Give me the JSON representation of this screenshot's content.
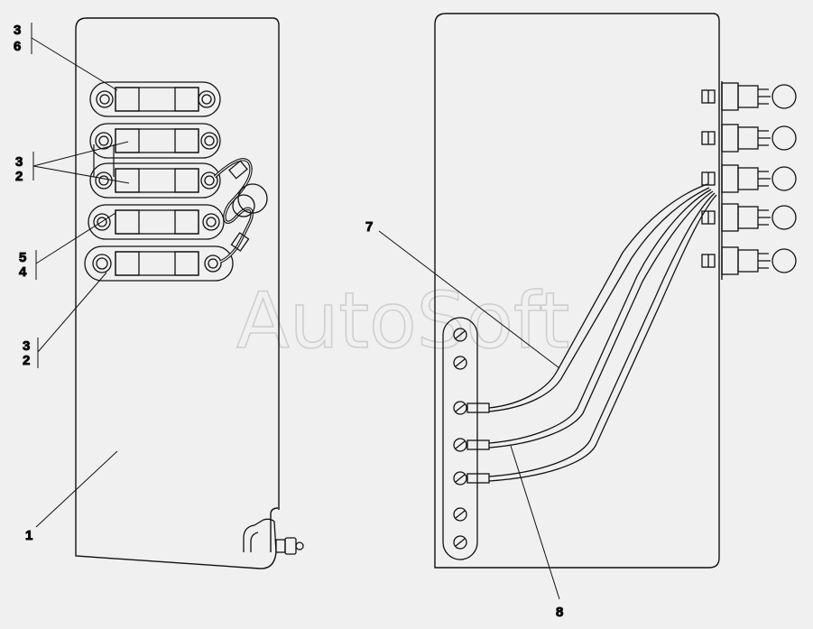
{
  "colors": {
    "line": "#111111",
    "background": "#f0f0f0",
    "watermark": "#cfcfcf"
  },
  "watermark": {
    "text": "AutoSoft"
  },
  "callouts": {
    "c36": {
      "top": "3",
      "bottom": "6"
    },
    "c32a": {
      "top": "3",
      "bottom": "2"
    },
    "c54": {
      "top": "5",
      "bottom": "4"
    },
    "c32b": {
      "top": "3",
      "bottom": "2"
    },
    "c1": "1",
    "c7": "7",
    "c8": "8"
  }
}
